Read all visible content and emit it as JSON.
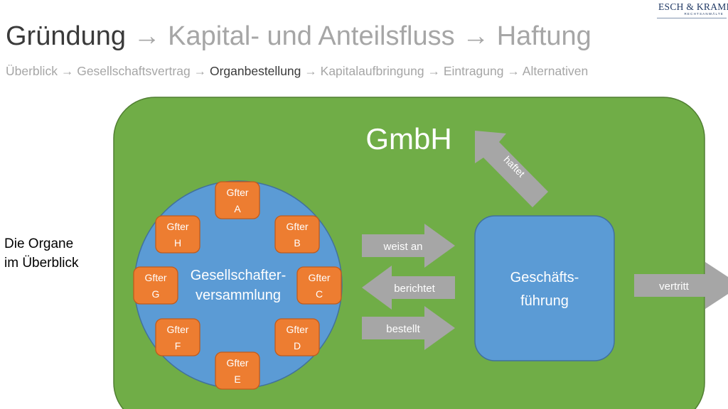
{
  "logo": {
    "name": "ESCH & KRAMER",
    "sub": "RECHTSANWÄLTE"
  },
  "title": {
    "main": "Gründung",
    "arrow_glyph": "→",
    "step2": "Kapital- und Anteilsfluss",
    "step3": "Haftung"
  },
  "subtitle": {
    "arrow_glyph": "→",
    "items": [
      "Überblick",
      "Gesellschaftsvertrag",
      "Organbestellung",
      "Kapitalaufbringung",
      "Eintragung",
      "Alternativen"
    ],
    "current_index": 2
  },
  "side_label": {
    "line1": "Die Organe",
    "line2": "im Überblick"
  },
  "diagram": {
    "container_label": "GmbH",
    "assembly": {
      "line1": "Gesellschafter-",
      "line2": "versammlung"
    },
    "management": {
      "line1": "Geschäfts-",
      "line2": "führung"
    },
    "shareholders": [
      {
        "line1": "Gfter",
        "line2": "A"
      },
      {
        "line1": "Gfter",
        "line2": "B"
      },
      {
        "line1": "Gfter",
        "line2": "C"
      },
      {
        "line1": "Gfter",
        "line2": "D"
      },
      {
        "line1": "Gfter",
        "line2": "E"
      },
      {
        "line1": "Gfter",
        "line2": "F"
      },
      {
        "line1": "Gfter",
        "line2": "G"
      },
      {
        "line1": "Gfter",
        "line2": "H"
      }
    ],
    "arrows": {
      "weist_an": "weist an",
      "berichtet": "berichtet",
      "bestellt": "bestellt",
      "vertritt": "vertritt",
      "haftet": "haftet"
    },
    "colors": {
      "container": "#70ad47",
      "container_border": "#507e32",
      "circle": "#5b9bd5",
      "box": "#5b9bd5",
      "shareholder": "#ed7d31",
      "arrow": "#a6a6a6",
      "text_light": "#ffffff"
    }
  }
}
